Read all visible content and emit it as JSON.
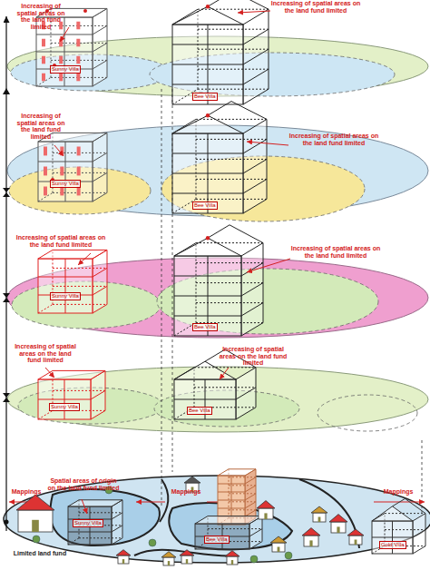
{
  "diagram": {
    "nodes": [
      {
        "text": [
          "Sunny Villa"
        ]
      },
      {
        "text": [
          "Bee Villa"
        ]
      },
      {
        "text": [
          "Sunny Villa"
        ]
      },
      {
        "text": [
          "Bee Villa"
        ]
      },
      {
        "text": [
          "Sunny Villa"
        ]
      },
      {
        "text": [
          "Bee Villa"
        ]
      },
      {
        "text": [
          "Sunny Villa"
        ]
      },
      {
        "text": [
          "Bee Villa"
        ]
      },
      {
        "text": [
          "Sunny Villa"
        ]
      },
      {
        "text": [
          "Bee Villa"
        ]
      },
      {
        "text": [
          "Gold Villa"
        ]
      }
    ],
    "labels": [
      "Increasing of spatial areas on the land fund limited",
      "Increasing of spatial areas on the land fund limited",
      "Increasing of spatial areas on the land fund limited",
      "Increasing of spatial areas on the land fund limited",
      "Increasing of spatial areas on the land fund limited",
      "Increasing of spatial areas on the land fund limited",
      "Increasing of spatial areas on the land fund limited",
      "Increasing of spatial areas on the land fund limited",
      "Mappings",
      "Spatial areas of origin on the land fund limited",
      "Mappings",
      "Mappings",
      "Limited land fund"
    ]
  }
}
